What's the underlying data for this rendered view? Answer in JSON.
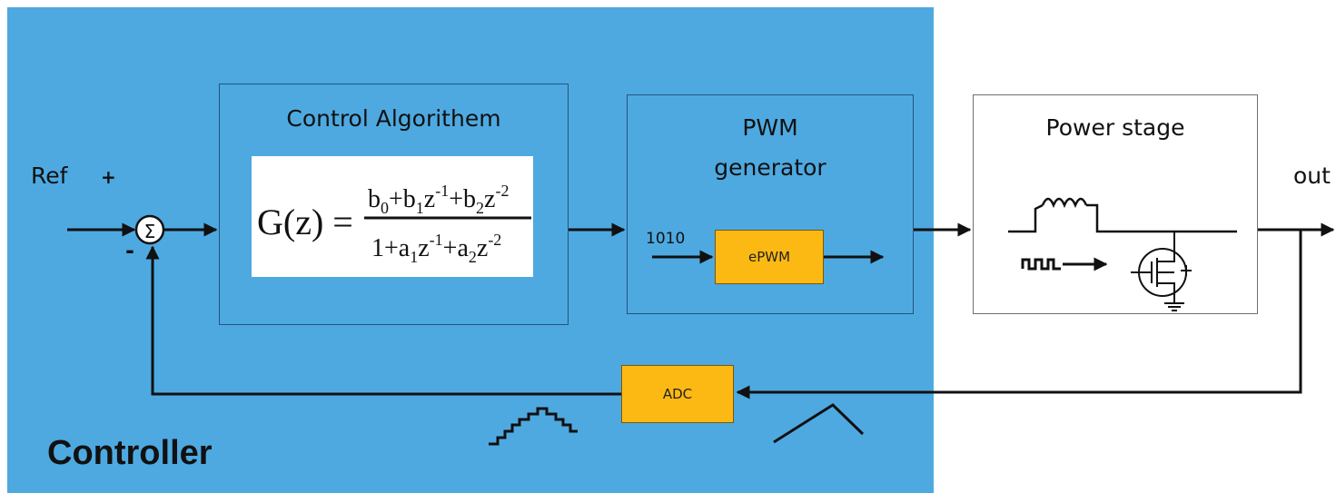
{
  "diagram": {
    "controller_label": "Controller",
    "ref_label": "Ref",
    "out_label": "out",
    "plus_sign": "+",
    "minus_sign": "-",
    "sum_symbol": "Σ",
    "control_block": {
      "title": "Control Algorithem",
      "formula_lhs": "G(z) =",
      "numerator": "b0+b1z-1+b2z-2",
      "denominator": "1+a1z-1+a2z-2"
    },
    "pwm_block": {
      "title_line1": "PWM",
      "title_line2": "generator",
      "input_label": "1010",
      "epwm_label": "ePWM"
    },
    "power_block": {
      "title": "Power stage"
    },
    "adc_label": "ADC",
    "colors": {
      "controller_bg": "#4ea9e1",
      "block_accent": "#fdb913"
    }
  }
}
